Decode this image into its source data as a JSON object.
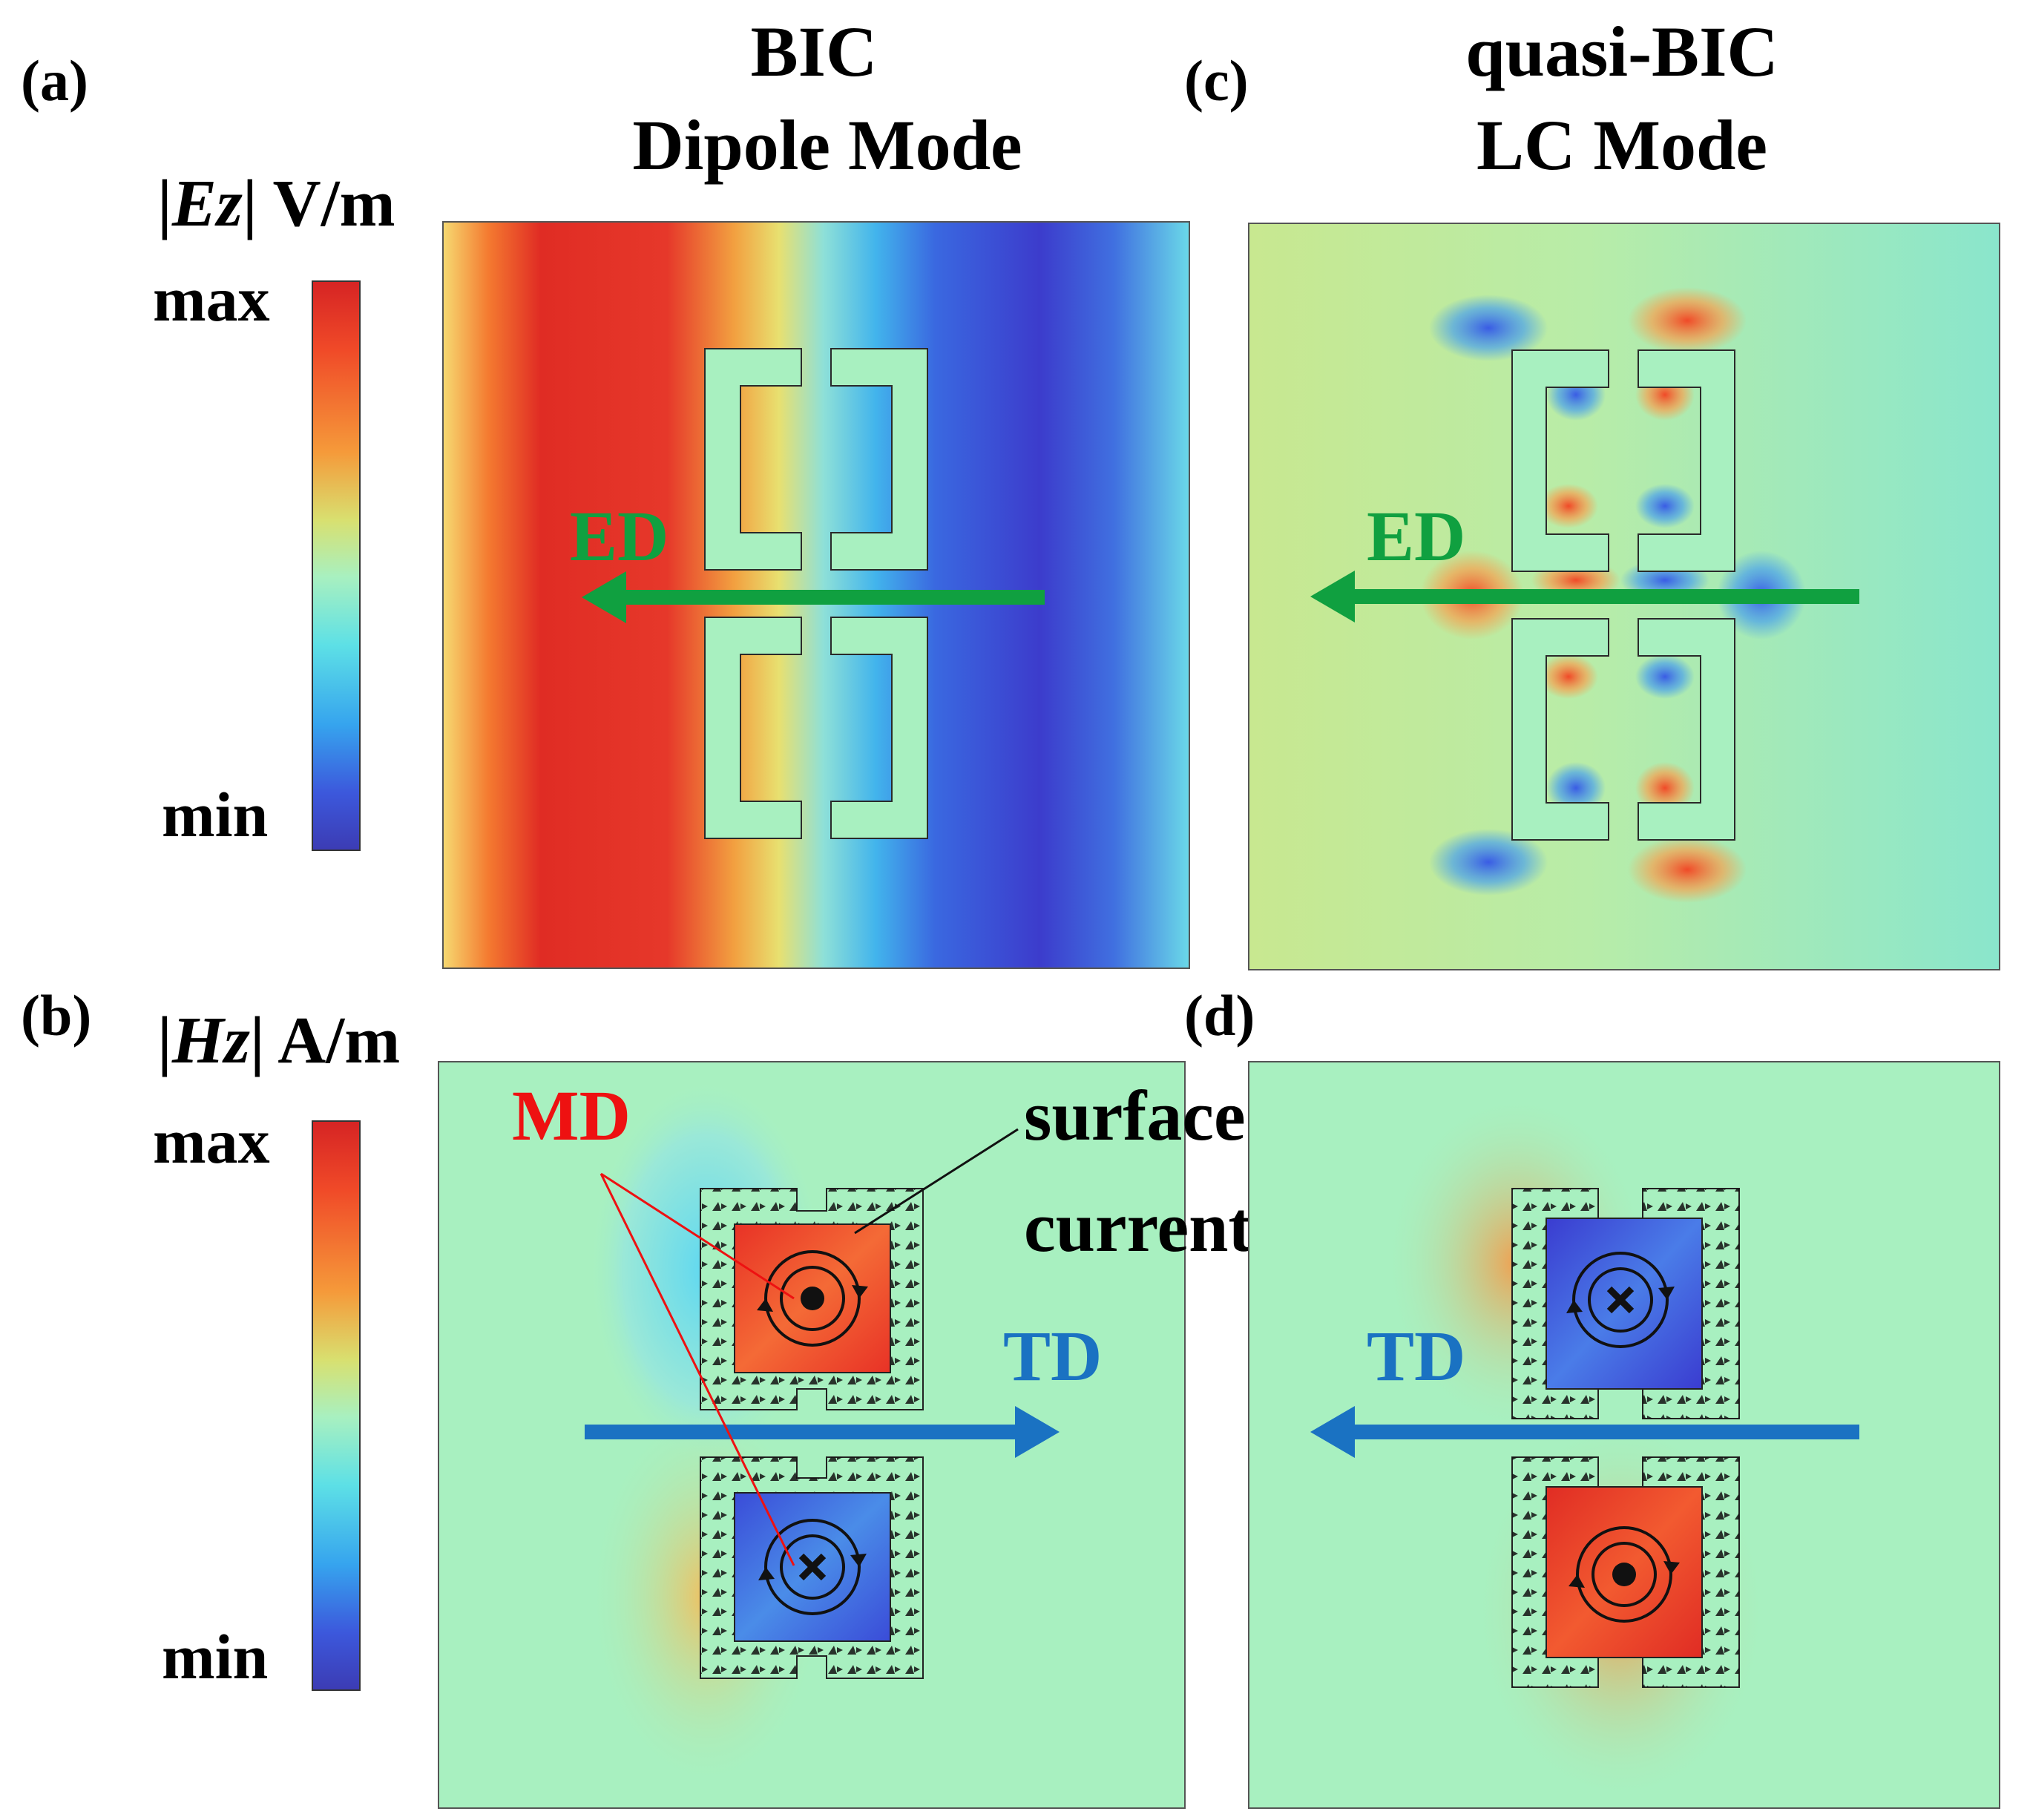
{
  "panel_labels": {
    "a": "(a)",
    "b": "(b)",
    "c": "(c)",
    "d": "(d)"
  },
  "titles": {
    "bic_line1": "BIC",
    "bic_line2": "Dipole Mode",
    "qbic_line1": "quasi-BIC",
    "qbic_line2": "LC  Mode"
  },
  "colorbar_e": {
    "symbol": "Ez",
    "unit": "V/m",
    "max": "max",
    "min": "min"
  },
  "colorbar_h": {
    "symbol": "Hz",
    "unit": "A/m",
    "max": "max",
    "min": "min"
  },
  "annotations": {
    "ed": "ED",
    "td": "TD",
    "md": "MD",
    "surface_line1": "surface",
    "surface_line2": "current"
  },
  "colors": {
    "ed_arrow": "#10a040",
    "td_arrow": "#1a72c2",
    "md_text": "#ee1111",
    "field_max": "#d62424",
    "field_min": "#3c3cb4",
    "field_mid": "#a8f0c0"
  },
  "icons": [
    "dot-out-of-plane-icon",
    "cross-into-plane-icon",
    "circulation-arrow-icon"
  ]
}
